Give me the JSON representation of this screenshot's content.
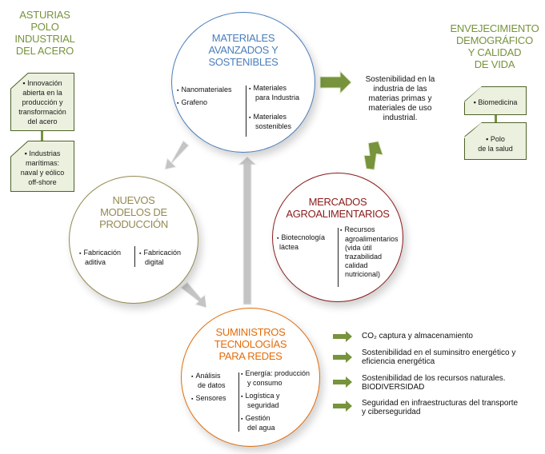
{
  "left_panel": {
    "title": [
      "ASTURIAS",
      "POLO",
      "INDUSTRIAL",
      "DEL ACERO"
    ],
    "cards": [
      {
        "lines": [
          "▪ Innovación",
          "abierta en la",
          "producción y",
          "transformación",
          "del acero"
        ]
      },
      {
        "lines": [
          "▪ Industrias",
          "marítimas:",
          "naval y eólico",
          "off-shore"
        ]
      }
    ]
  },
  "right_panel": {
    "title": [
      "ENVEJECIMIENTO",
      "DEMOGRÁFICO",
      "Y CALIDAD",
      "DE VIDA"
    ],
    "cards": [
      {
        "lines": [
          "▪ Biomedicina"
        ]
      },
      {
        "lines": [
          "▪ Polo",
          "de la salud"
        ]
      }
    ]
  },
  "circles": {
    "materiales": {
      "title": [
        "MATERIALES",
        "AVANZADOS Y",
        "SOSTENIBLES"
      ],
      "color": "#4a7ebb",
      "left_items": [
        "Nanomateriales",
        "Grafeno"
      ],
      "right_items": [
        [
          "Materiales",
          "para Industria"
        ],
        [
          "Materiales",
          "sostenibles"
        ]
      ]
    },
    "nuevos_modelos": {
      "title": [
        "NUEVOS",
        "MODELOS DE",
        "PRODUCCIÓN"
      ],
      "color": "#938953",
      "left_items": [
        [
          "Fabricación",
          "aditiva"
        ]
      ],
      "right_items": [
        [
          "Fabricación",
          "digital"
        ]
      ]
    },
    "mercados": {
      "title": [
        "MERCADOS",
        "AGROALIMENTARIOS"
      ],
      "color": "#8b1a1a",
      "left_items": [
        [
          "Biotecnología",
          "láctea"
        ]
      ],
      "right_items": [
        [
          "Recursos",
          "agroalimentarios",
          "(vida útil",
          "trazabilidad",
          "calidad",
          "nutricional)"
        ]
      ]
    },
    "suministros": {
      "title": [
        "SUMINISTROS",
        "TECNOLOGÍAS",
        "PARA REDES"
      ],
      "color": "#e36c09",
      "left_items": [
        [
          "Análisis",
          "de datos"
        ],
        [
          "Sensores"
        ]
      ],
      "right_items": [
        [
          "Energía: producción",
          "y consumo"
        ],
        [
          "Logística y",
          "seguridad"
        ],
        [
          "Gestión",
          "del agua"
        ]
      ]
    }
  },
  "outcome_top": [
    "Sostenibilidad en la",
    "industria de las",
    "materias primas y",
    "materiales de uso",
    "industrial."
  ],
  "outcomes_bottom": [
    {
      "lines": [
        "CO₂ captura y almacenamiento"
      ]
    },
    {
      "lines": [
        "Sostenibilidad en el suminsitro energético y",
        "eficiencia energética"
      ]
    },
    {
      "lines": [
        "Sostenibilidad de los recursos naturales.",
        "BIODIVERSIDAD"
      ]
    },
    {
      "lines": [
        "Seguridad en infraestructuras del transporte",
        "y ciberseguridad"
      ]
    }
  ],
  "colors": {
    "green_arrow": "#77933c",
    "grey_arrow": "#c0c0c0",
    "card_fill": "#ebf1de",
    "card_border": "#4f6228",
    "title_green": "#77933c"
  }
}
